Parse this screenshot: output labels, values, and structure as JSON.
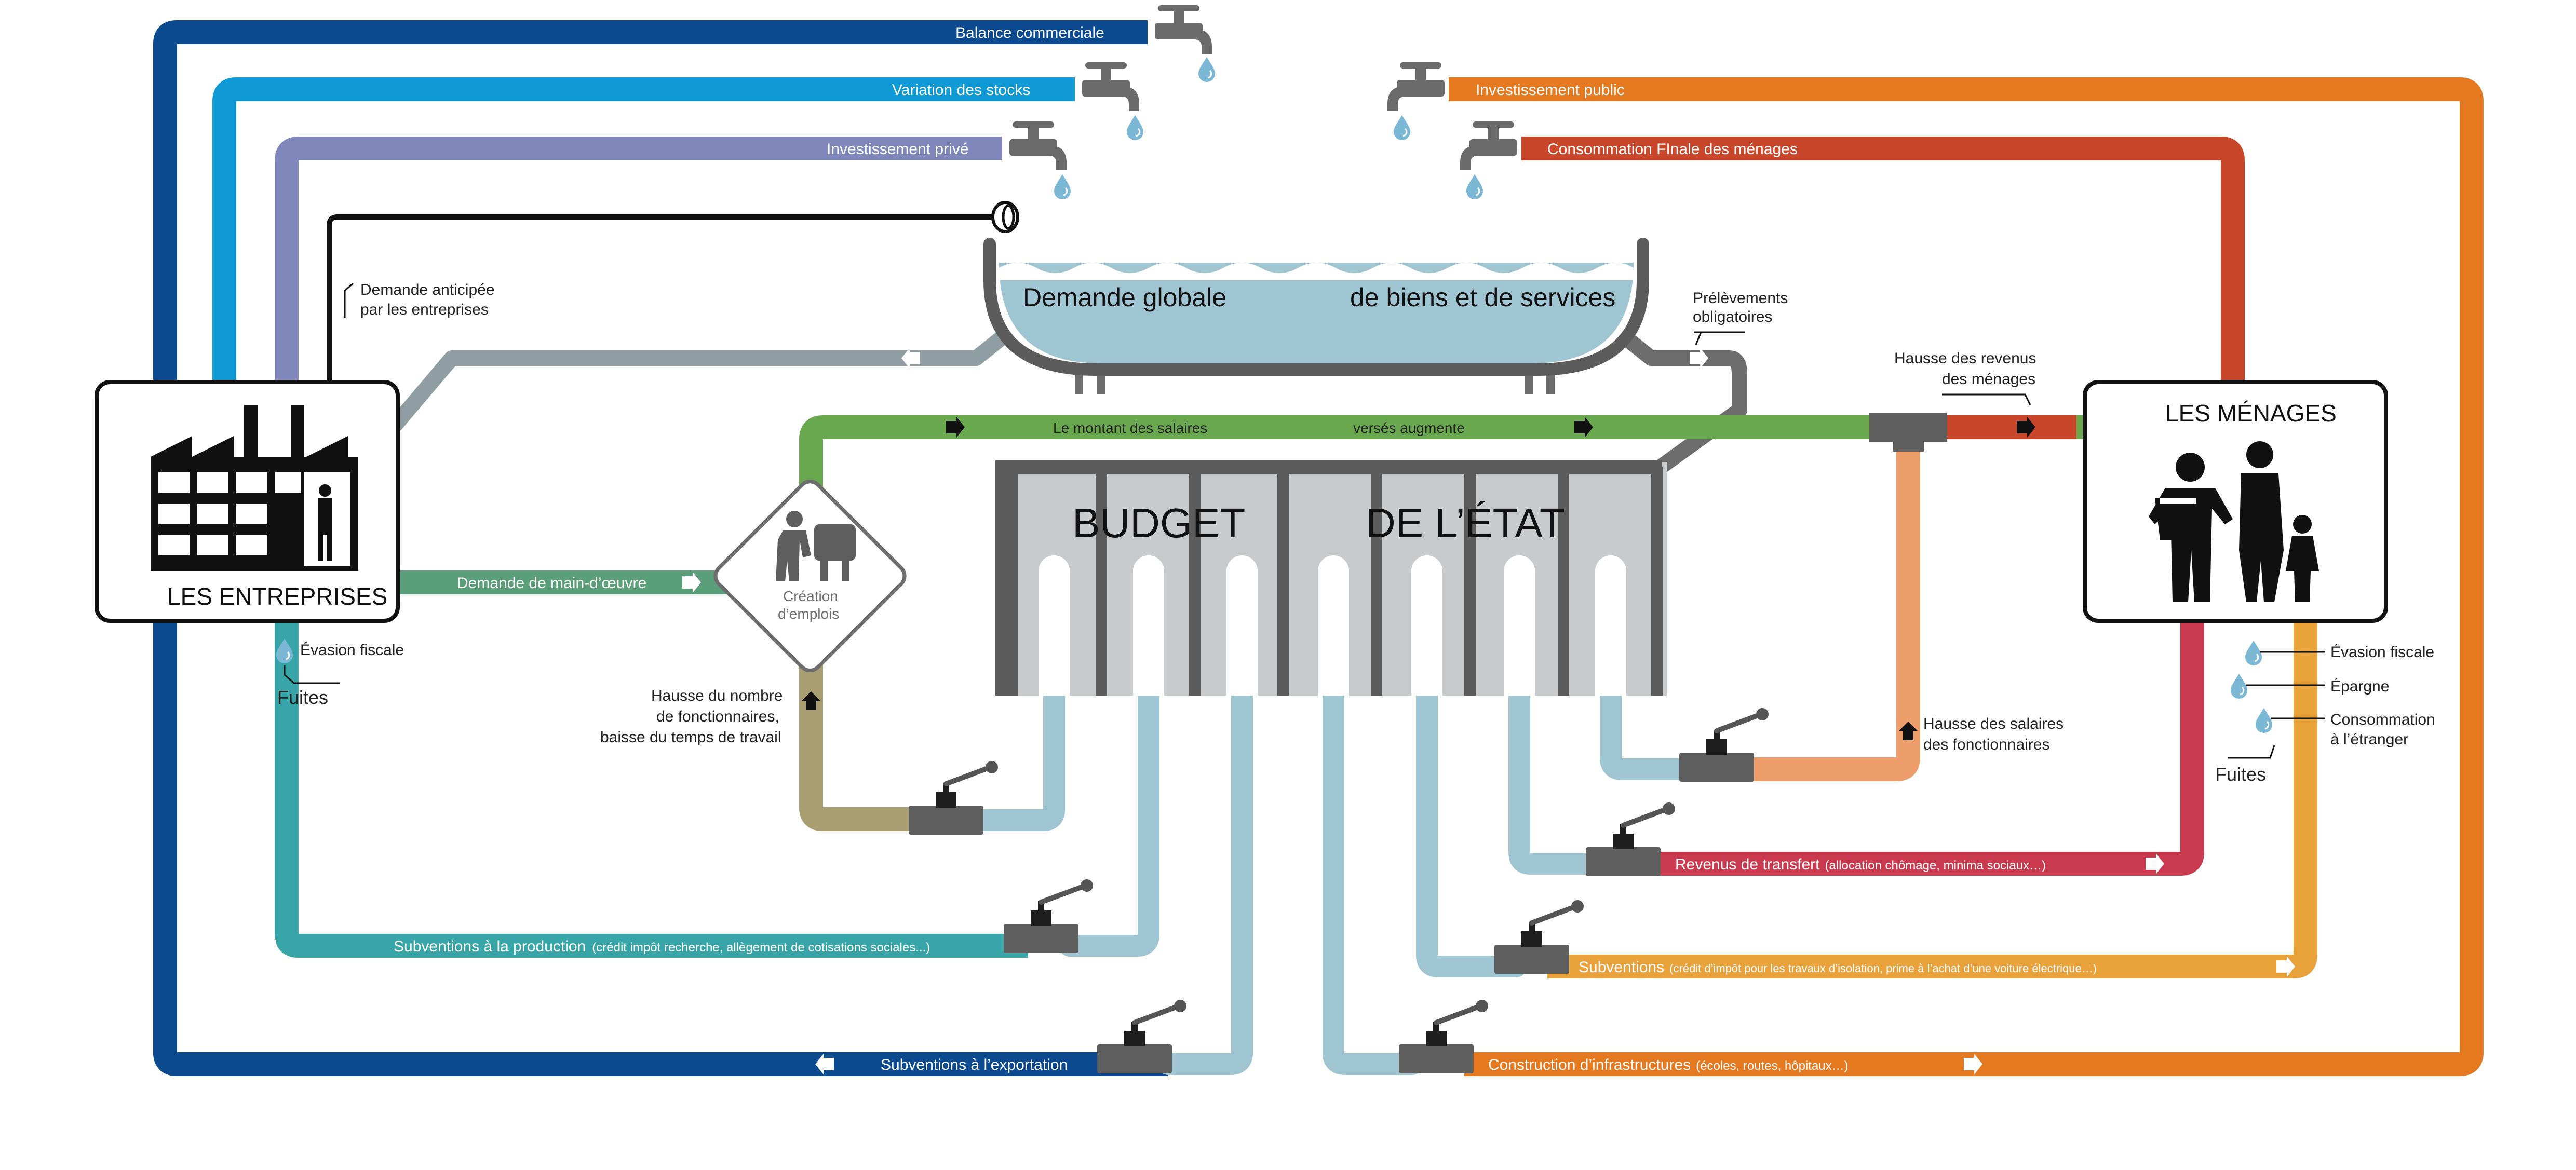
{
  "colors": {
    "navy": "#0b4a8f",
    "cyan": "#0f9ad6",
    "lavender": "#7f86b9",
    "orange": "#e4791f",
    "rust": "#c8472a",
    "green": "#6aa84f",
    "teal_green": "#5a9e7a",
    "teal": "#38a5a8",
    "crimson": "#c93a4f",
    "amber": "#e9a13a",
    "salmon": "#ee9e6a",
    "khaki": "#a99e72",
    "water": "#9fc4d2",
    "gray_pipe": "#8f9ea3",
    "dark_gray": "#555555",
    "budget_fill": "#c9cacb"
  },
  "flows": {
    "balance_commerciale": "Balance commerciale",
    "variation_stocks": "Variation des stocks",
    "investissement_prive": "Investissement privé",
    "investissement_public": "Investissement public",
    "consommation_finale": "Consommation FInale des ménages",
    "salaires_1": "Le montant des salaires",
    "salaires_2": "versés augmente",
    "main_oeuvre": "Demande de main-d’œuvre",
    "subv_production": "Subventions à la production",
    "subv_production_detail": "(crédit impôt recherche, allègement de cotisations sociales...)",
    "subv_export": "Subventions à l’exportation",
    "revenus_transfert": "Revenus de transfert",
    "revenus_transfert_detail": "(allocation chômage, minima sociaux…)",
    "subventions": "Subventions",
    "subventions_detail": "(crédit d’impôt pour les travaux d’isolation, prime à l’achat d’une voiture électrique…)",
    "infrastructures": "Construction d’infrastructures",
    "infrastructures_detail": "(écoles, routes, hôpitaux…)"
  },
  "annotations": {
    "demande_anticipee_1": "Demande anticipée",
    "demande_anticipee_2": "par les entreprises",
    "prelevements_1": "Prélèvements",
    "prelevements_2": "obligatoires",
    "hausse_revenus_1": "Hausse des revenus",
    "hausse_revenus_2": "des ménages",
    "hausse_nombre_1": "Hausse du nombre",
    "hausse_nombre_2": "de fonctionnaires,",
    "hausse_nombre_3": "baisse du temps de travail",
    "hausse_salaires_1": "Hausse des salaires",
    "hausse_salaires_2": "des fonctionnaires",
    "evasion_ent": "Évasion fiscale",
    "fuites_ent": "Fuites",
    "evasion_men": "Évasion fiscale",
    "epargne": "Épargne",
    "conso_etranger_1": "Consommation",
    "conso_etranger_2": "à l’étranger",
    "fuites_men": "Fuites",
    "creation_1": "Création",
    "creation_2": "d’emplois"
  },
  "nodes": {
    "entreprises": "LES ENTREPRISES",
    "menages": "LES MÉNAGES",
    "tank_left": "Demande globale",
    "tank_right": "de biens et de services",
    "budget_left": "BUDGET",
    "budget_right": "DE L’ÉTAT"
  },
  "icons": [
    "faucet-icon",
    "water-drop-icon",
    "valve-icon",
    "factory-icon",
    "family-icon",
    "worker-icon",
    "arrow-icon",
    "hose-reel-icon"
  ]
}
